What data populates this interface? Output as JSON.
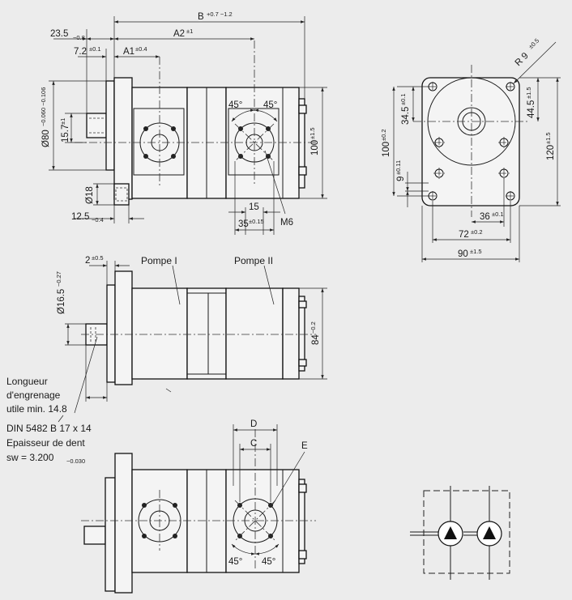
{
  "top_view": {
    "dim_b": "B",
    "dim_b_tol": "+0.7 −1.2",
    "dim_23_5": "23.5",
    "dim_23_5_tol": "−0.8",
    "dim_a2": "A2",
    "dim_a2_tol": "±1",
    "dim_7_2": "7.2",
    "dim_7_2_tol": "±0.1",
    "dim_a1": "A1",
    "dim_a1_tol": "±0.4",
    "dim_phi80": "Ø80",
    "dim_phi80_tol": "−0.060 −0.106",
    "dim_15_7": "15.7",
    "dim_15_7_tol": "±1",
    "dim_phi18": "Ø18",
    "dim_12_5": "12.5",
    "dim_12_5_tol": "−0.4",
    "angle_left": "45°",
    "angle_right": "45°",
    "dim_100": "100",
    "dim_100_tol": "±1.5",
    "dim_15": "15",
    "dim_35": "35",
    "dim_35_tol": "±0.15",
    "thread": "M6"
  },
  "end_view": {
    "radius": "R 9",
    "radius_tol": "±0.5",
    "dim_34_5": "34.5",
    "dim_34_5_tol": "±0.1",
    "dim_44_5": "44.5",
    "dim_44_5_tol": "±1.5",
    "dim_100": "100",
    "dim_100_tol": "±0.2",
    "dim_120": "120",
    "dim_120_tol": "±1.5",
    "dim_9": "9",
    "dim_9_tol": "±0.11",
    "dim_36": "36",
    "dim_36_tol": "±0.1",
    "dim_72": "72",
    "dim_72_tol": "±0.2",
    "dim_90": "90",
    "dim_90_tol": "±1.5"
  },
  "side_view": {
    "dim_2": "2",
    "dim_2_tol": "±0.5",
    "pump1": "Pompe I",
    "pump2": "Pompe II",
    "dim_phi16_5": "Ø16.5",
    "dim_phi16_5_tol": "−0.27",
    "dim_84": "84",
    "dim_84_tol": "−0.2"
  },
  "notes": {
    "line1": "Longueur",
    "line2": "d'engrenage",
    "line3": "utile min. 14.8",
    "line4": "DIN 5482 B 17 x 14",
    "line5": "Epaisseur de dent",
    "line6_main": "sw = 3.200",
    "line6_tol": "−0.030"
  },
  "bottom_view": {
    "dim_d": "D",
    "dim_c": "C",
    "label_e": "E",
    "angle_left": "45°",
    "angle_right": "45°"
  },
  "colors": {
    "background": "#ececec",
    "line": "#1a1a1a",
    "body_fill": "#f4f4f4"
  }
}
